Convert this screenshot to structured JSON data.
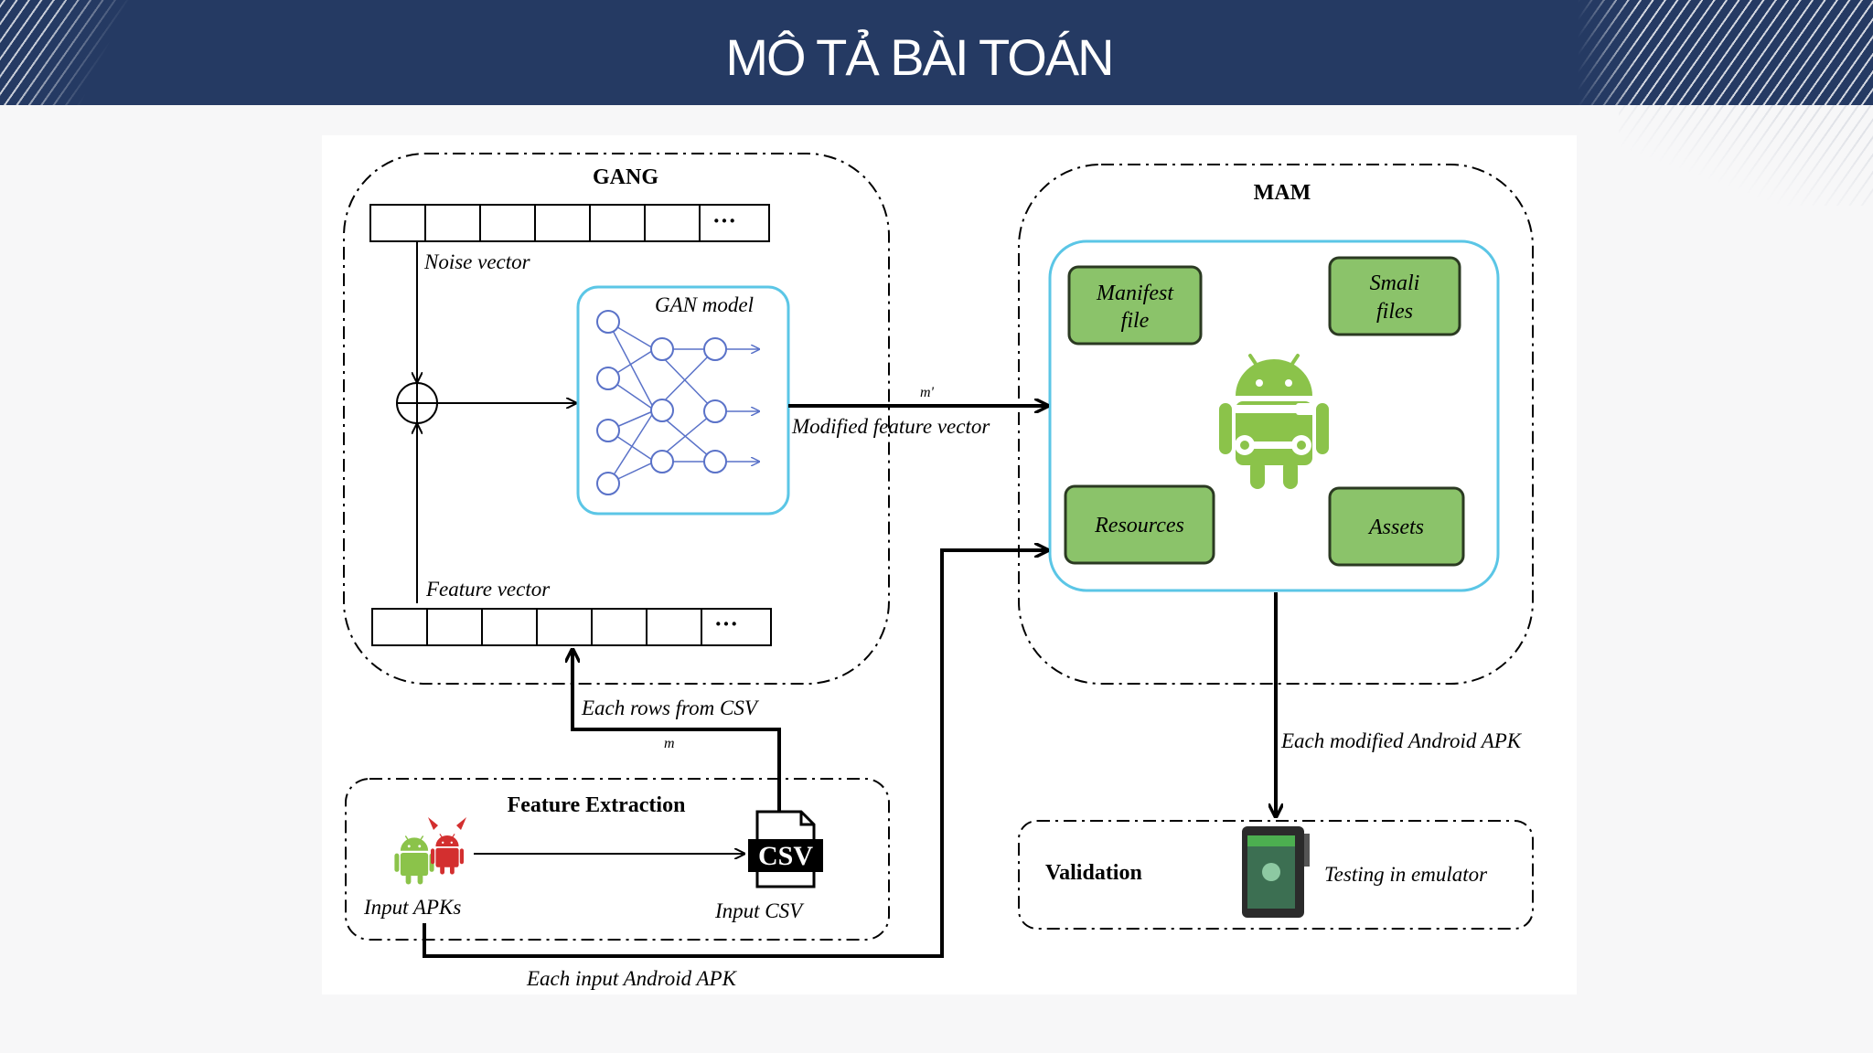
{
  "header": {
    "title": "MÔ TẢ BÀI TOÁN"
  },
  "diagram": {
    "gang": {
      "title": "GANG",
      "noise_vector_label": "Noise vector",
      "feature_vector_label": "Feature vector",
      "gan_model_label": "GAN model",
      "ellipsis": "···"
    },
    "mam": {
      "title": "MAM",
      "manifest_line1": "Manifest",
      "manifest_line2": "file",
      "smali_line1": "Smali",
      "smali_line2": "files",
      "resources": "Resources",
      "assets": "Assets"
    },
    "edges": {
      "m_prime": "m'",
      "modified_feature_vector": "Modified feature vector",
      "each_rows_from_csv": "Each rows from CSV",
      "m": "m",
      "each_modified_apk": "Each modified  Android APK",
      "each_input_apk": "Each input Android APK"
    },
    "feature_extraction": {
      "title": "Feature Extraction",
      "input_apks": "Input APKs",
      "input_csv": "Input CSV",
      "csv_icon_text": "CSV"
    },
    "validation": {
      "title": "Validation",
      "testing": "Testing in emulator"
    },
    "colors": {
      "android_green": "#8bc34a",
      "box_green": "#8bc36a",
      "cyan_border": "#5bc6e6",
      "header_navy": "#253a63",
      "devil_red": "#d32f2f"
    }
  }
}
